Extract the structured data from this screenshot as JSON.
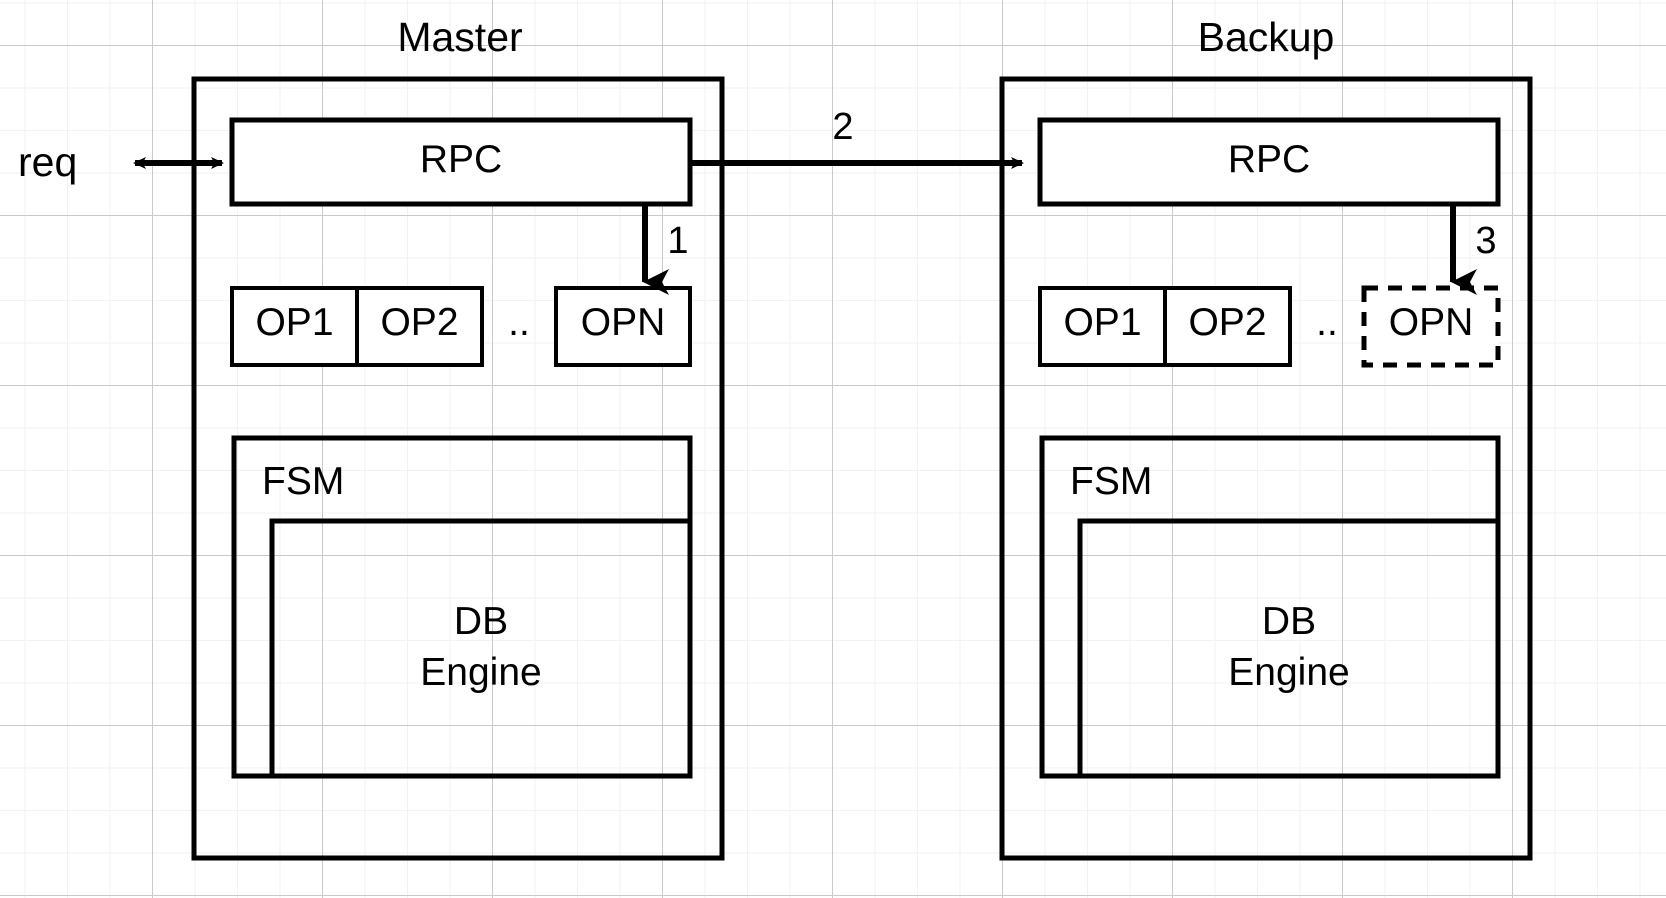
{
  "diagram": {
    "title": "Master / Backup replication diagram",
    "stroke_color": "#000000",
    "background_color": "#ffffff",
    "grid_color": "#c9c9c9",
    "external_label": "req",
    "nodes": {
      "master": {
        "title": "Master",
        "rpc_label": "RPC",
        "ops": [
          "OP1",
          "OP2"
        ],
        "ellipsis": "..",
        "op_n": "OPN",
        "fsm_label": "FSM",
        "db_line1": "DB",
        "db_line2": "Engine"
      },
      "backup": {
        "title": "Backup",
        "rpc_label": "RPC",
        "ops": [
          "OP1",
          "OP2"
        ],
        "ellipsis": "..",
        "op_n": "OPN",
        "fsm_label": "FSM",
        "db_line1": "DB",
        "db_line2": "Engine"
      }
    },
    "step_labels": {
      "step1": "1",
      "step2": "2",
      "step3": "3"
    }
  }
}
